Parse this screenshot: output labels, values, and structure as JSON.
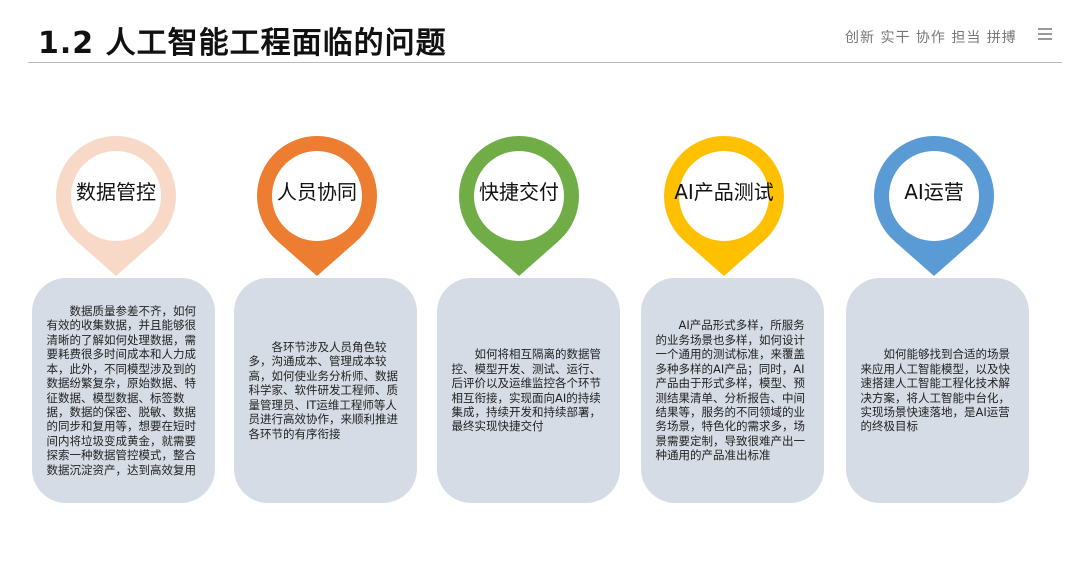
{
  "header": {
    "title": "1.2 人工智能工程面临的问题",
    "slogan": "创新 实干 协作 担当 拼搏",
    "menu_icon": "hamburger-icon"
  },
  "colors": {
    "card": "#D6DCE5",
    "pins": [
      "#F8D9C8",
      "#ED7D31",
      "#70AD47",
      "#FFC000",
      "#5B9BD5"
    ]
  },
  "items": [
    {
      "label": "数据管控",
      "text": "数据质量参差不齐，如何有效的收集数据，并且能够很清晰的了解如何处理数据，需要耗费很多时间成本和人力成本，此外，不同模型涉及到的数据纷繁复杂，原始数据、特征数据、模型数据、标签数据，数据的保密、脱敏、数据的同步和复用等，想要在短时间内将垃圾变成黄金，就需要探索一种数据管控模式，整合数据沉淀资产，达到高效复用"
    },
    {
      "label": "人员协同",
      "text": "各环节涉及人员角色较多，沟通成本、管理成本较高，如何使业务分析师、数据科学家、软件研发工程师、质量管理员、IT运维工程师等人员进行高效协作，来顺利推进各环节的有序衔接"
    },
    {
      "label": "快捷交付",
      "text": "如何将相互隔离的数据管控、模型开发、测试、运行、后评价以及运维监控各个环节相互衔接，实现面向AI的持续集成，持续开发和持续部署，最终实现快捷交付"
    },
    {
      "label": "AI产品测试",
      "text": "AI产品形式多样，所服务的业务场景也多样，如何设计一个通用的测试标准，来覆盖多种多样的AI产品；同时，AI产品由于形式多样，模型、预测结果清单、分析报告、中间结果等，服务的不同领域的业务场景，特色化的需求多，场景需要定制，导致很难产出一种通用的产品准出标准"
    },
    {
      "label": "AI运营",
      "text": "如何能够找到合适的场景来应用人工智能模型，以及快速搭建人工智能工程化技术解决方案，将人工智能中台化，实现场景快速落地，是AI运营的终极目标"
    }
  ]
}
